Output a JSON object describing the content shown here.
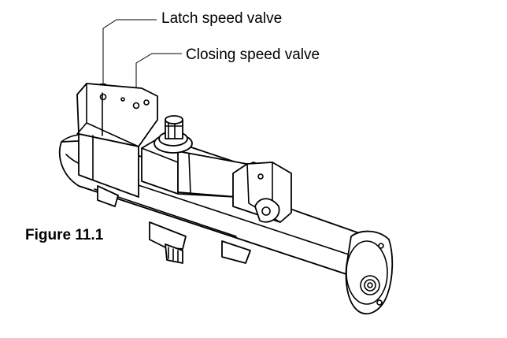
{
  "callouts": {
    "latch_speed_valve": "Latch speed valve",
    "closing_speed_valve": "Closing speed valve"
  },
  "figure": {
    "caption": "Figure 11.1"
  },
  "colors": {
    "line": "#000000",
    "background": "#ffffff"
  }
}
